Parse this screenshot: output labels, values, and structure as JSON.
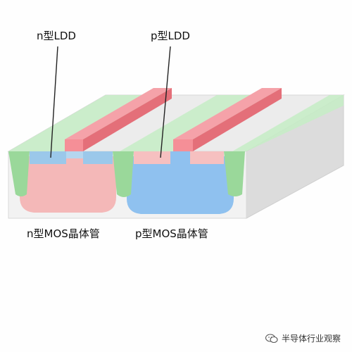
{
  "labels": {
    "n_ldd": "n型LDD",
    "p_ldd": "p型LDD",
    "nmos": "n型MOS晶体管",
    "pmos": "p型MOS晶体管"
  },
  "watermark": {
    "icon": "wechat-icon",
    "text": "半导体行业观察"
  },
  "colors": {
    "background": "#fefefe",
    "substrate_top": "#ececec",
    "substrate_front": "#f2f2f2",
    "substrate_side": "#dcdcdc",
    "oxide_green": "#b4e8b4",
    "oxide_green_dark": "#8fd38f",
    "n_well_pink": "#f4b8b8",
    "p_well_blue": "#8fc1ef",
    "ldd_blue": "#9bc8ea",
    "ldd_pink": "#f6c0c0",
    "gate_top": "#f58f97",
    "gate_side": "#e46f79"
  }
}
